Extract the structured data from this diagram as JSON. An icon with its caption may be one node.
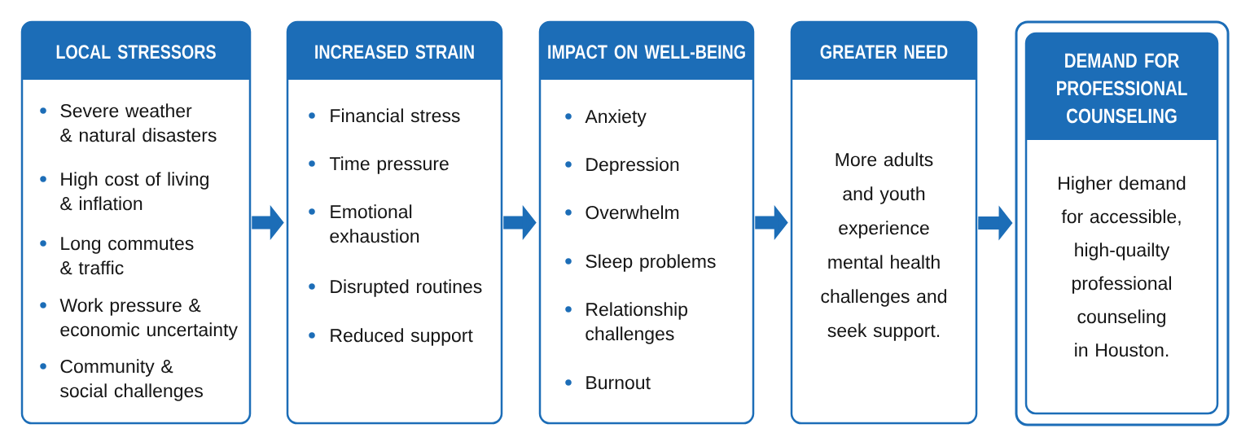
{
  "diagram": {
    "nodes": [
      {
        "text": [
          "LOCAL STRESSORS",
          "Severe weather & natural disasters",
          "High cost of living & inflation",
          "Long commutes & traffic",
          "Work pressure & economic uncertainty",
          "Community & social challenges"
        ]
      },
      {
        "text": [
          "INCREASED STRAIN",
          "Financial stress",
          "Time pressure",
          "Emotional exhaustion",
          "Disrupted routines",
          "Reduced support"
        ]
      },
      {
        "text": [
          "IMPACT ON WELL-BEING",
          "Anxiety",
          "Depression",
          "Overwhelm",
          "Sleep problems",
          "Relationship challenges",
          "Burnout"
        ]
      },
      {
        "text": [
          "GREATER NEED",
          "More adults and youth experience mental health challenges and seek support."
        ]
      },
      {
        "text": [
          "DEMAND FOR PROFESSIONAL COUNSELING",
          "Higher demand for accessible, high-quailty professional counseling in Houston."
        ]
      }
    ],
    "edges": [
      {
        "from": 0,
        "to": 1,
        "arrow": "to"
      },
      {
        "from": 1,
        "to": 2,
        "arrow": "to"
      },
      {
        "from": 2,
        "to": 3,
        "arrow": "to"
      },
      {
        "from": 3,
        "to": 4,
        "arrow": "to"
      }
    ]
  }
}
